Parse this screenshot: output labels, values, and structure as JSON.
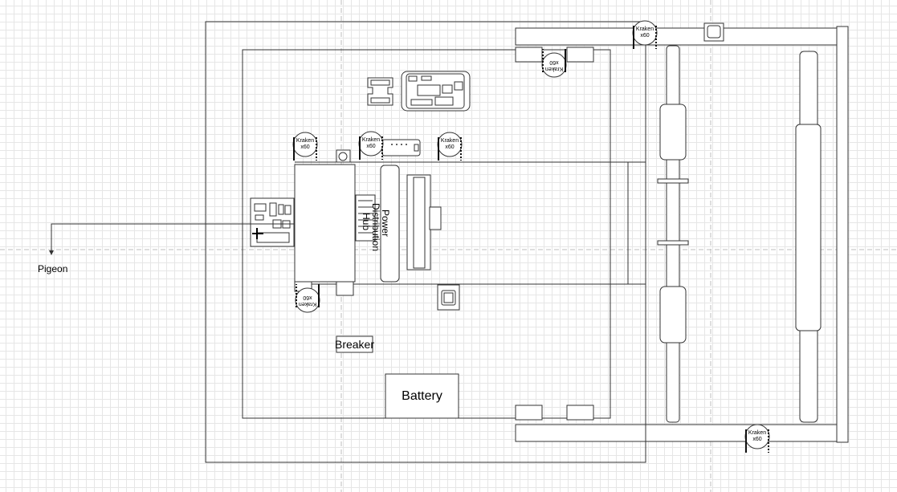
{
  "labels": {
    "pigeon": "Pigeon",
    "breaker": "Breaker",
    "battery": "Battery",
    "pdh_line1": "Power",
    "pdh_line2": "Distribution",
    "pdh_line3": "Hub"
  },
  "motor": {
    "name": "Kraken",
    "model": "x60"
  }
}
